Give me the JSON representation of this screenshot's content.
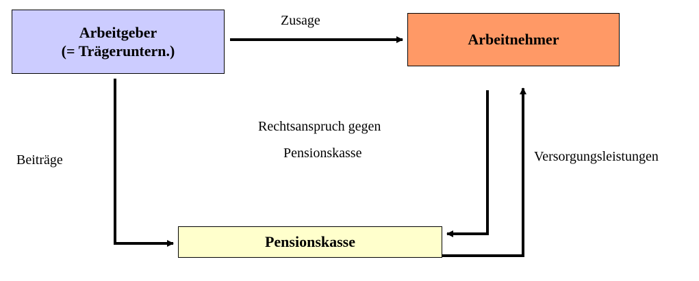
{
  "colors": {
    "arbeitgeber_fill": "#ccccff",
    "arbeitnehmer_fill": "#ff9966",
    "pensionskasse_fill": "#ffffcc",
    "line": "#000000"
  },
  "boxes": {
    "arbeitgeber": {
      "line1": "Arbeitgeber",
      "line2": "(= Trägeruntern.)"
    },
    "arbeitnehmer": "Arbeitnehmer",
    "pensionskasse": "Pensionskasse"
  },
  "labels": {
    "zusage": "Zusage",
    "beitraege": "Beiträge",
    "rechtsanspruch_line1": "Rechtsanspruch gegen",
    "rechtsanspruch_line2": "Pensionskasse",
    "versorgungsleistungen": "Versorgungsleistungen"
  }
}
